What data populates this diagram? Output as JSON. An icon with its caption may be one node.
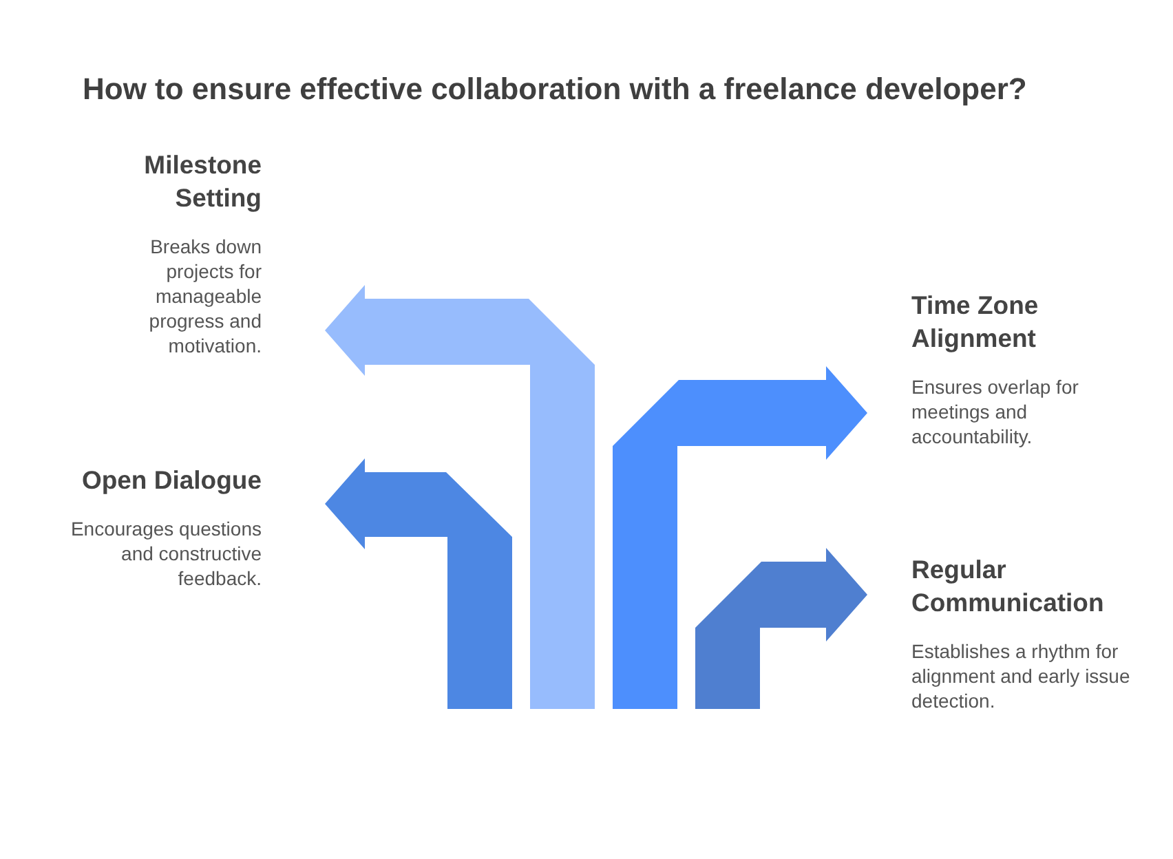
{
  "diagram": {
    "title": "How to ensure effective collaboration with a freelance developer?",
    "nodes": [
      {
        "text": [
          "Milestone Setting",
          "Breaks down projects for manageable progress and motivation."
        ]
      },
      {
        "text": [
          "Time Zone Alignment",
          "Ensures overlap for meetings and accountability."
        ]
      },
      {
        "text": [
          "Open Dialogue",
          "Encourages questions and constructive feedback."
        ]
      },
      {
        "text": [
          "Regular Communication",
          "Establishes a rhythm for alignment and early issue detection."
        ]
      }
    ]
  }
}
